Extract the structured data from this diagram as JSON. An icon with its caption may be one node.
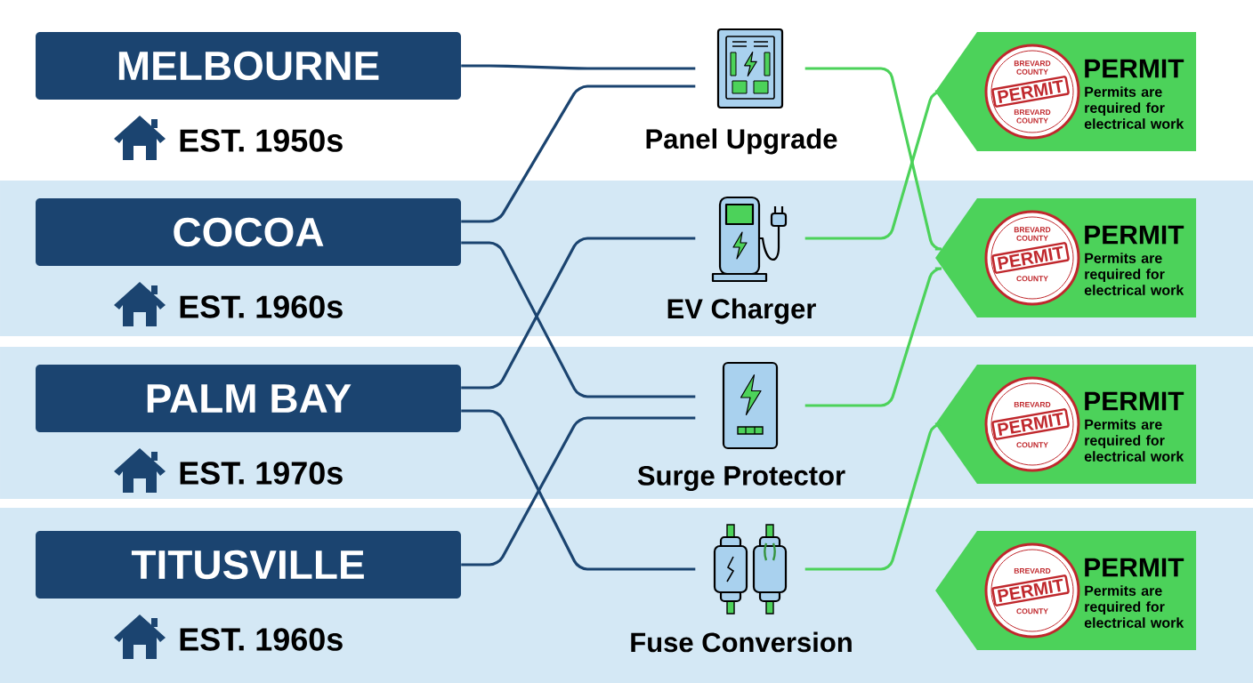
{
  "diagram": {
    "nodes": [
      {
        "text": [
          "MELBOURNE"
        ],
        "beside": [
          "EST. 1950s"
        ]
      },
      {
        "text": [
          "COCOA"
        ],
        "beside": [
          "EST. 1960s"
        ]
      },
      {
        "text": [
          "PALM BAY"
        ],
        "beside": [
          "EST. 1970s"
        ]
      },
      {
        "text": [
          "TITUSVILLE"
        ],
        "beside": [
          "EST. 1960s"
        ]
      },
      {
        "text": [],
        "shape": "picture",
        "beside": [
          "Panel Upgrade"
        ]
      },
      {
        "text": [],
        "shape": "picture",
        "beside": [
          "EV Charger"
        ]
      },
      {
        "text": [],
        "shape": "picture",
        "beside": [
          "Surge Protector"
        ]
      },
      {
        "text": [],
        "shape": "picture",
        "beside": [
          "Fuse Conversion"
        ]
      },
      {
        "text": [
          "BREVARD COUNTY",
          "PERMIT",
          "BREVARD COUNTY",
          "PERMIT",
          "Permits are required for electrical work"
        ]
      },
      {
        "text": [
          "BREVARD COUNTY",
          "PERMIT",
          "COUNTY",
          "PERMIT",
          "Permits are required for electrical work"
        ]
      },
      {
        "text": [
          "BREVARD",
          "PERMIT",
          "COUNTY",
          "PERMIT",
          "Permits are required for electrical work"
        ]
      },
      {
        "text": [
          "BREVARD",
          "PERMIT",
          "COUNTY",
          "PERMIT",
          "Permits are required for electrical work"
        ]
      }
    ],
    "edges": [
      {
        "from": 0,
        "to": 4,
        "arrow": "none"
      },
      {
        "from": 1,
        "to": 4,
        "arrow": "none"
      },
      {
        "from": 1,
        "to": 6,
        "arrow": "none"
      },
      {
        "from": 2,
        "to": 5,
        "arrow": "none"
      },
      {
        "from": 2,
        "to": 7,
        "arrow": "none"
      },
      {
        "from": 3,
        "to": 6,
        "arrow": "none"
      },
      {
        "from": 4,
        "to": 9,
        "arrow": "none",
        "color": "#4cd25a"
      },
      {
        "from": 5,
        "to": 8,
        "arrow": "none",
        "color": "#4cd25a"
      },
      {
        "from": 6,
        "to": 9,
        "arrow": "none",
        "color": "#4cd25a"
      },
      {
        "from": 7,
        "to": 10,
        "arrow": "none",
        "color": "#4cd25a"
      }
    ]
  }
}
